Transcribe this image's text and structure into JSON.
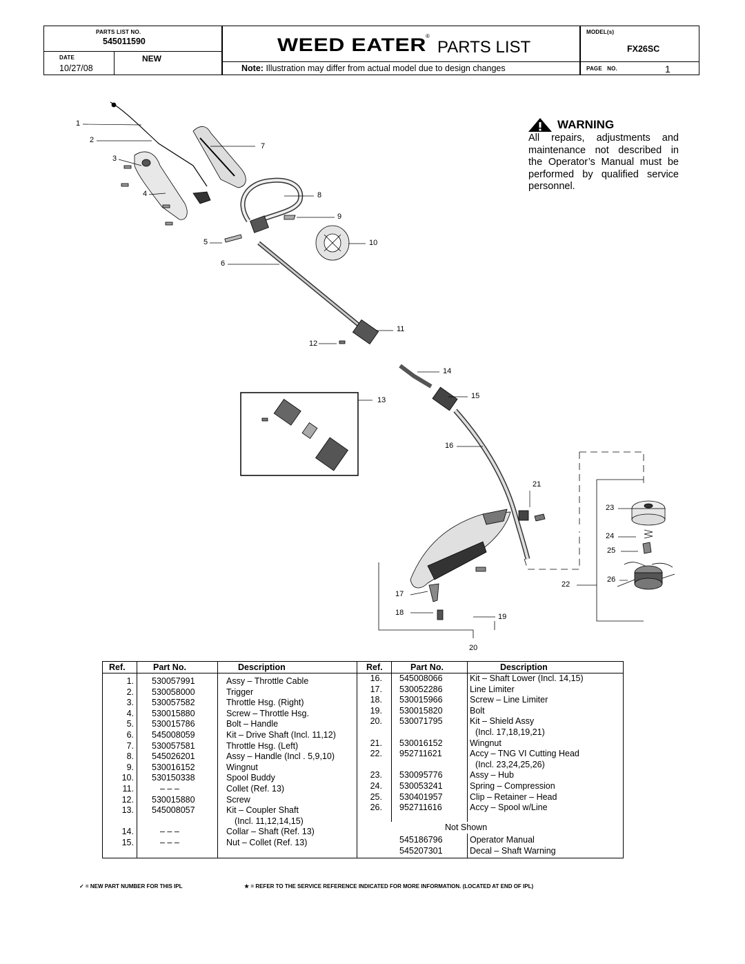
{
  "header": {
    "parts_list_no_label": "PARTS LIST NO.",
    "parts_list_no": "545011590",
    "date_label": "DATE",
    "date": "10/27/08",
    "status": "NEW",
    "brand": "WEED EATER",
    "registered": "®",
    "title": "PARTS LIST",
    "model_label": "MODEL(s)",
    "model": "FX26SC",
    "note_bold": "Note:",
    "note_text": "Illustration may differ from actual model due to design changes",
    "page_label": "PAGE   NO.",
    "page_no": "1"
  },
  "warning": {
    "heading": "WARNING",
    "lines": [
      "All repairs, adjustments and",
      "maintenance not described in",
      "the Operator’s Manual must be",
      "performed by qualified service",
      "personnel."
    ]
  },
  "callouts": [
    "1",
    "2",
    "3",
    "4",
    "5",
    "6",
    "7",
    "8",
    "9",
    "10",
    "11",
    "12",
    "13",
    "14",
    "15",
    "16",
    "17",
    "18",
    "19",
    "20",
    "21",
    "22",
    "23",
    "24",
    "25",
    "26"
  ],
  "table": {
    "headers": {
      "ref": "Ref.",
      "part": "Part No.",
      "desc": "Description"
    },
    "left": [
      {
        "ref": "1.",
        "part": "530057991",
        "desc": "Assy – Throttle Cable"
      },
      {
        "ref": "2.",
        "part": "530058000",
        "desc": "Trigger"
      },
      {
        "ref": "3.",
        "part": "530057582",
        "desc": "Throttle Hsg. (Right)"
      },
      {
        "ref": "4.",
        "part": "530015880",
        "desc": "Screw – Throttle Hsg."
      },
      {
        "ref": "5.",
        "part": "530015786",
        "desc": "Bolt – Handle"
      },
      {
        "ref": "6.",
        "part": "545008059",
        "desc": "Kit – Drive Shaft (Incl. 11,12)"
      },
      {
        "ref": "7.",
        "part": "530057581",
        "desc": "Throttle Hsg. (Left)"
      },
      {
        "ref": "8.",
        "part": "545026201",
        "desc": "Assy – Handle (Incl . 5,9,10)"
      },
      {
        "ref": "9.",
        "part": "530016152",
        "desc": "Wingnut"
      },
      {
        "ref": "10.",
        "part": "530150338",
        "desc": "Spool Buddy"
      },
      {
        "ref": "11.",
        "part": "– – –",
        "desc": "Collet (Ref. 13)"
      },
      {
        "ref": "12.",
        "part": "530015880",
        "desc": "Screw"
      },
      {
        "ref": "13.",
        "part": "545008057",
        "desc": "Kit – Coupler Shaft"
      },
      {
        "ref": "",
        "part": "",
        "desc": "(Incl. 11,12,14,15)"
      },
      {
        "ref": "14.",
        "part": "– – –",
        "desc": "Collar – Shaft (Ref. 13)"
      },
      {
        "ref": "15.",
        "part": "– – –",
        "desc": "Nut – Collet (Ref. 13)"
      }
    ],
    "right": [
      {
        "ref": "16.",
        "part": "545008066",
        "desc": "Kit – Shaft Lower (Incl. 14,15)"
      },
      {
        "ref": "17.",
        "part": "530052286",
        "desc": "Line Limiter"
      },
      {
        "ref": "18.",
        "part": "530015966",
        "desc": "Screw – Line Limiter"
      },
      {
        "ref": "19.",
        "part": "530015820",
        "desc": "Bolt"
      },
      {
        "ref": "20.",
        "part": "530071795",
        "desc": "Kit – Shield Assy"
      },
      {
        "ref": "",
        "part": "",
        "desc": "(Incl. 17,18,19,21)"
      },
      {
        "ref": "21.",
        "part": "530016152",
        "desc": "Wingnut"
      },
      {
        "ref": "22.",
        "part": "952711621",
        "desc": "Accy – TNG VI Cutting Head"
      },
      {
        "ref": "",
        "part": "",
        "desc": "(Incl. 23,24,25,26)"
      },
      {
        "ref": "23.",
        "part": "530095776",
        "desc": "Assy – Hub"
      },
      {
        "ref": "24.",
        "part": "530053241",
        "desc": "Spring – Compression"
      },
      {
        "ref": "25.",
        "part": "530401957",
        "desc": "Clip – Retainer – Head"
      },
      {
        "ref": "26.",
        "part": "952711616",
        "desc": "Accy – Spool w/Line"
      }
    ],
    "not_shown_label": "Not Shown",
    "not_shown": [
      {
        "part": "545186796",
        "desc": "Operator Manual"
      },
      {
        "part": "545207301",
        "desc": "Decal – Shaft Warning"
      }
    ]
  },
  "footer": {
    "left_symbol": "✓ =",
    "left_text": "NEW PART NUMBER FOR THIS  IPL",
    "right_symbol": "★ =",
    "right_text": "REFER TO THE SERVICE REFERENCE  INDICATED FOR MORE INFORMATION. (LOCATED AT END OF IPL)"
  }
}
